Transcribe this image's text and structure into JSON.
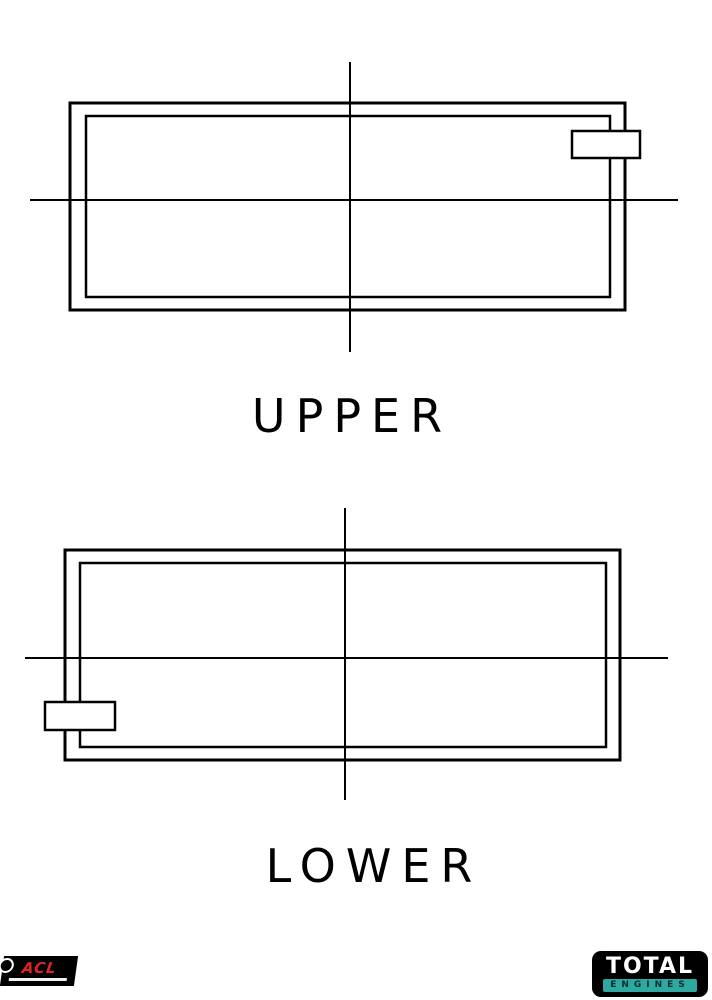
{
  "diagram": {
    "upper": {
      "label": "UPPER"
    },
    "lower": {
      "label": "LOWER"
    }
  },
  "logos": {
    "acl": {
      "text": "ACL"
    },
    "total_engines": {
      "line1": "TOTAL",
      "line2": "ENGINES"
    }
  },
  "colors": {
    "line": "#000000",
    "background": "#ffffff",
    "acl_red": "#e02128",
    "engines_teal": "#2fa8a2"
  }
}
